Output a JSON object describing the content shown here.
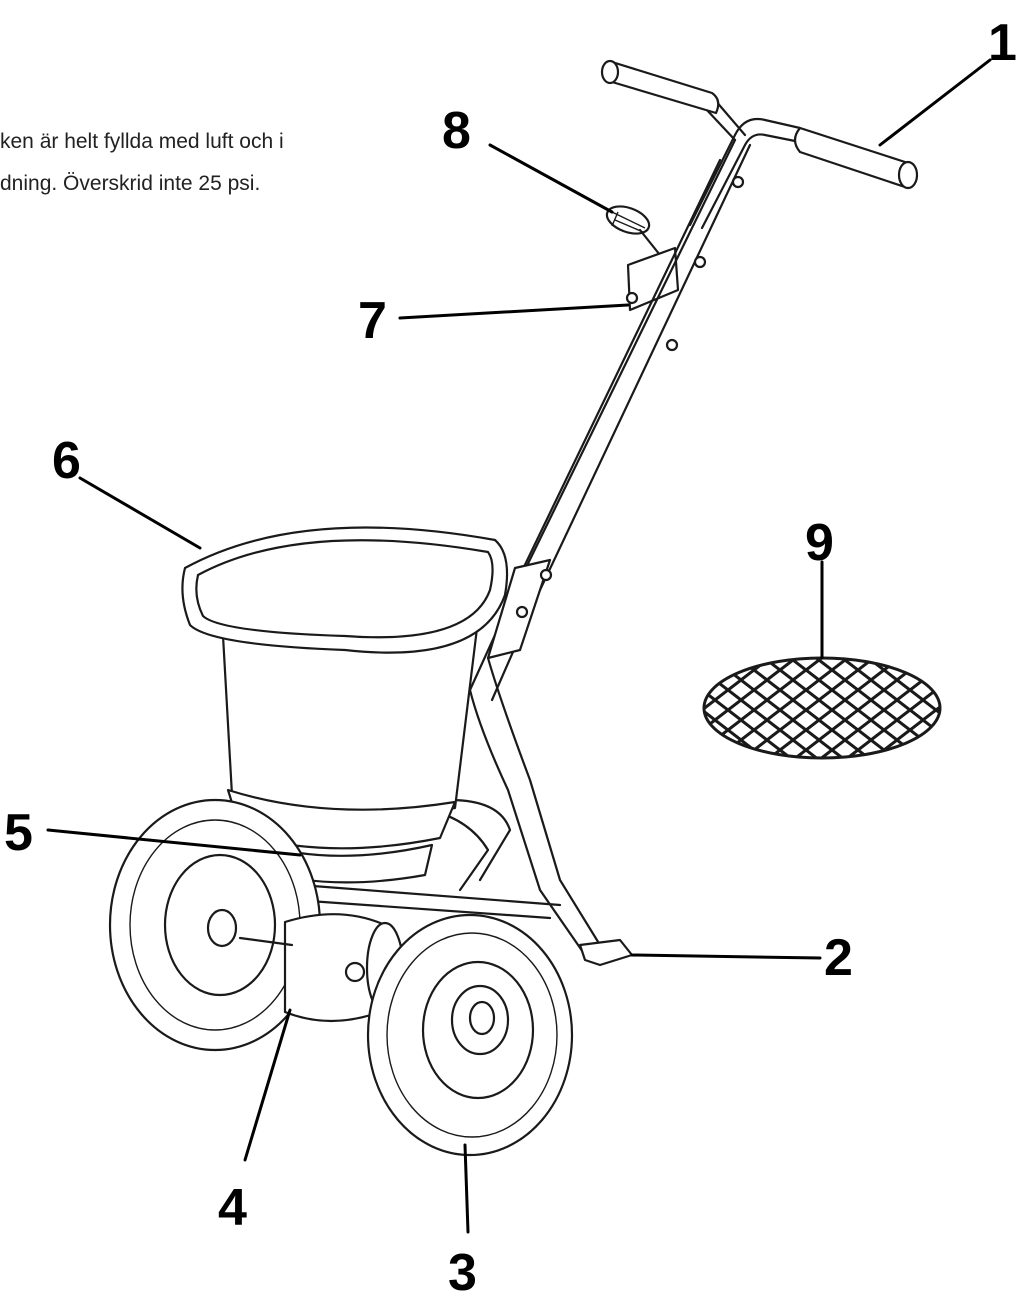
{
  "caption": {
    "line1": "ken är helt fyllda med luft och i",
    "line2": "dning. Överskrid inte 25 psi."
  },
  "callouts": [
    {
      "id": "1",
      "label": "1"
    },
    {
      "id": "2",
      "label": "2"
    },
    {
      "id": "3",
      "label": "3"
    },
    {
      "id": "4",
      "label": "4"
    },
    {
      "id": "5",
      "label": "5"
    },
    {
      "id": "6",
      "label": "6"
    },
    {
      "id": "7",
      "label": "7"
    },
    {
      "id": "8",
      "label": "8"
    },
    {
      "id": "9",
      "label": "9"
    }
  ]
}
